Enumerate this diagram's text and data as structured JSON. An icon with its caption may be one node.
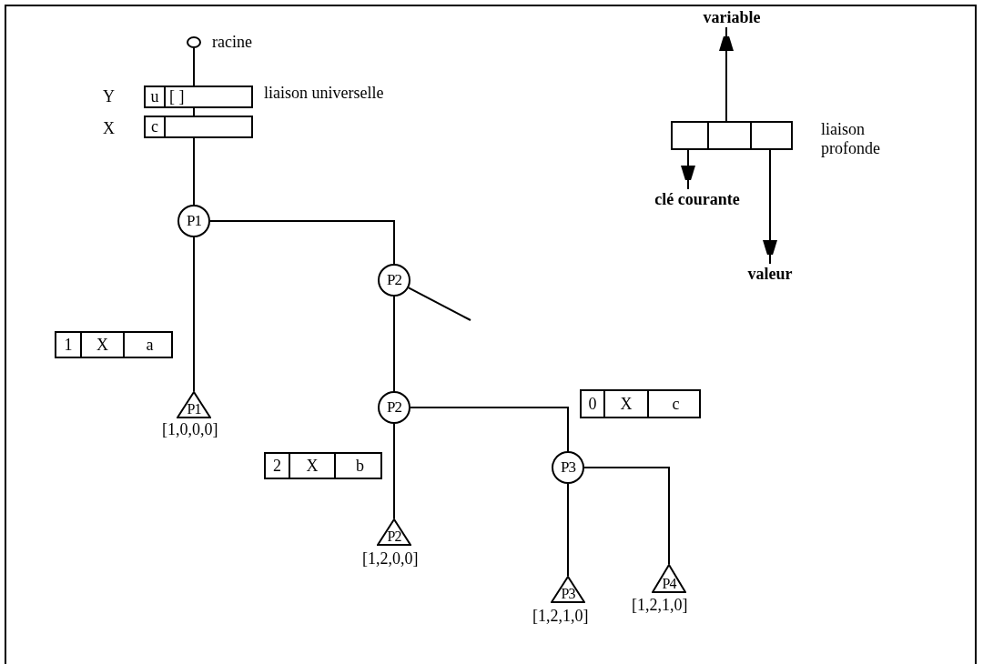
{
  "diagram": {
    "nodes": [
      {
        "text": [],
        "shape": "circle",
        "beside": [
          "racine"
        ]
      },
      {
        "text": [
          "variable"
        ]
      },
      {
        "text": [
          "u",
          "[ ]"
        ],
        "beside": [
          "Y",
          "liaison universelle"
        ]
      },
      {
        "text": [],
        "shape": "box",
        "beside": [
          "liaison profonde"
        ]
      },
      {
        "text": [
          "c"
        ],
        "beside": [
          "X"
        ]
      },
      {
        "text": [
          "P1"
        ]
      },
      {
        "text": [
          "clé courante"
        ]
      },
      {
        "text": [
          "P2"
        ]
      },
      {
        "text": [
          "valeur"
        ]
      },
      {
        "text": [
          "1",
          "X",
          "a"
        ]
      },
      {
        "text": [
          "P1"
        ],
        "beside": [
          "[1,0,0,0]"
        ]
      },
      {
        "text": [
          "P2"
        ]
      },
      {
        "text": [
          "0",
          "X",
          "c"
        ]
      },
      {
        "text": [
          "2",
          "X",
          "b"
        ]
      },
      {
        "text": [
          "P3"
        ]
      },
      {
        "text": [
          "P2"
        ],
        "beside": [
          "[1,2,0,0]"
        ]
      },
      {
        "text": [
          "P3"
        ],
        "beside": [
          "[1,2,1,0]"
        ]
      },
      {
        "text": [
          "P4"
        ],
        "beside": [
          "[1,2,1,0]"
        ]
      }
    ],
    "edges": [
      {
        "from": 0,
        "to": 2,
        "arrow": "none"
      },
      {
        "from": 2,
        "to": 4,
        "arrow": "none"
      },
      {
        "from": 4,
        "to": 5,
        "arrow": "none"
      },
      {
        "from": 5,
        "to": 10,
        "arrow": "none"
      },
      {
        "from": 5,
        "to": 7,
        "arrow": "none"
      },
      {
        "from": 7,
        "to": 11,
        "arrow": "none"
      },
      {
        "from": 7,
        "to": null,
        "arrow": "none"
      },
      {
        "from": 11,
        "to": 15,
        "arrow": "none"
      },
      {
        "from": 11,
        "to": 14,
        "arrow": "none"
      },
      {
        "from": 14,
        "to": 16,
        "arrow": "none"
      },
      {
        "from": 14,
        "to": 17,
        "arrow": "none"
      },
      {
        "from": 3,
        "to": 1,
        "arrow": "to"
      },
      {
        "from": 3,
        "to": 6,
        "arrow": "to"
      },
      {
        "from": 3,
        "to": 8,
        "arrow": "to"
      }
    ]
  }
}
